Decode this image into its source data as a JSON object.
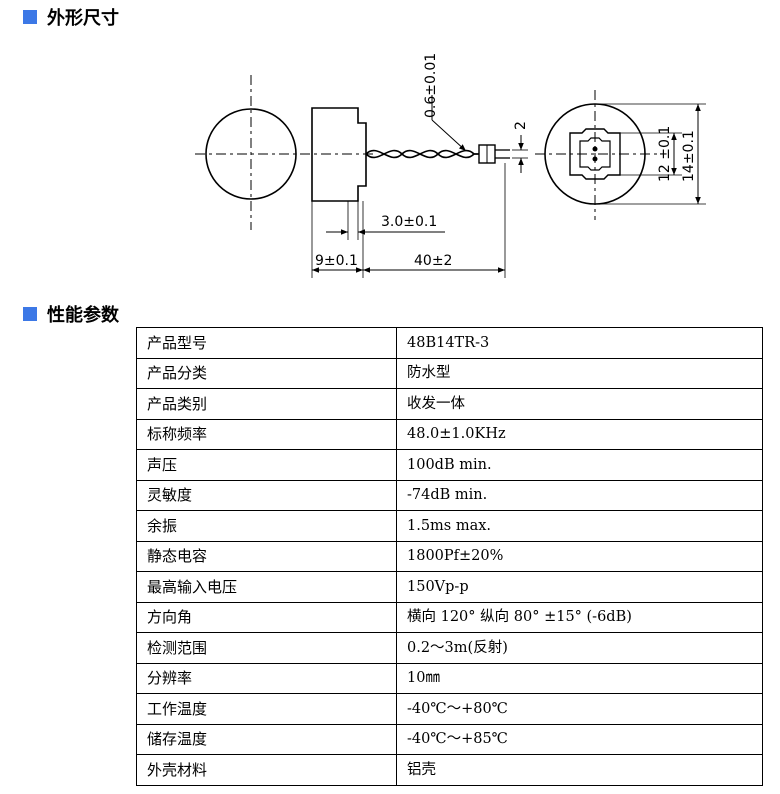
{
  "sections": {
    "dimensions_title": "外形尺寸",
    "params_title": "性能参数"
  },
  "drawing": {
    "wire_diameter": "0.6±0.01",
    "pin_pitch": "2",
    "body_offset": "3.0±0.1",
    "body_length": "9±0.1",
    "wire_length": "40±2",
    "inner_height": "12 ±0.1",
    "outer_diameter": "14±0.1"
  },
  "specs": [
    {
      "label": "产品型号",
      "value": "48B14TR-3"
    },
    {
      "label": "产品分类",
      "value": "防水型"
    },
    {
      "label": "产品类别",
      "value": "收发一体"
    },
    {
      "label": "标称频率",
      "value": "48.0±1.0KHz"
    },
    {
      "label": "声压",
      "value": "100dB min."
    },
    {
      "label": "灵敏度",
      "value": "-74dB min."
    },
    {
      "label": "余振",
      "value": "1.5ms max."
    },
    {
      "label": "静态电容",
      "value": "1800Pf±20%"
    },
    {
      "label": "最高输入电压",
      "value": "150Vp-p"
    },
    {
      "label": "方向角",
      "value": "横向 120° 纵向 80° ±15° (-6dB)"
    },
    {
      "label": "检测范围",
      "value": "0.2～3m(反射)"
    },
    {
      "label": "分辨率",
      "value": "10㎜"
    },
    {
      "label": "工作温度",
      "value": "-40℃～+80℃"
    },
    {
      "label": "储存温度",
      "value": "-40℃～+85℃"
    },
    {
      "label": "外壳材料",
      "value": "铝壳"
    }
  ],
  "colors": {
    "accent": "#3c78e6"
  }
}
